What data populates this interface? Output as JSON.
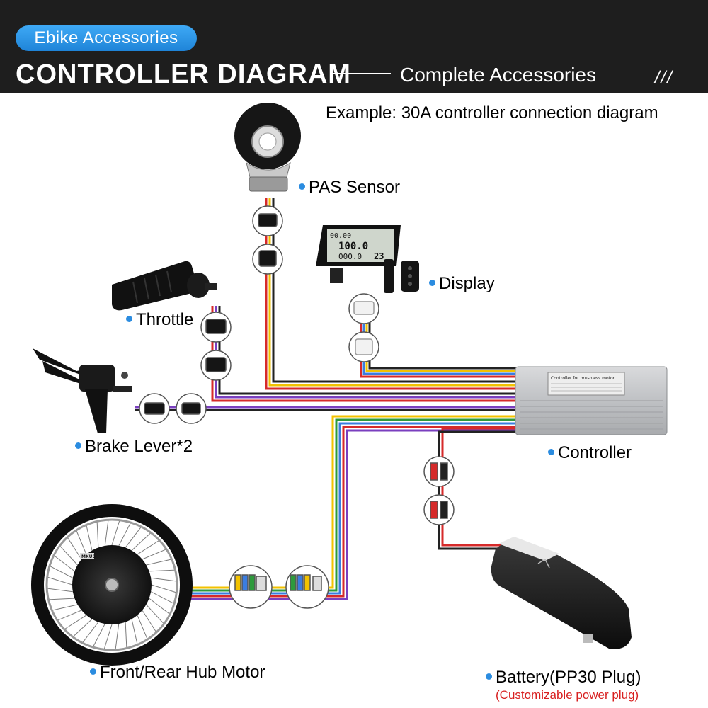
{
  "header": {
    "badge": "Ebike Accessories",
    "title": "CONTROLLER  DIAGRAM",
    "subtitle": "Complete Accessories",
    "slashes": "///"
  },
  "example_caption": "Example: 30A controller connection diagram",
  "components": {
    "pas_sensor": "PAS Sensor",
    "display": "Display",
    "throttle": "Throttle",
    "brake_lever": "Brake Lever*2",
    "controller": "Controller",
    "hub_motor": "Front/Rear Hub Motor",
    "battery": "Battery(PP30 Plug)"
  },
  "battery_note": "(Customizable power plug)",
  "controller_sticker": "Controller for brushless motor",
  "display_readout": {
    "top": "00.00",
    "speed": "100.0",
    "lower": "000.0",
    "right": "23"
  },
  "motor_brand": "MXUS",
  "colors": {
    "header_bg": "#1e1e1e",
    "badge": "#2e97ea",
    "label_dot": "#2b8ce0",
    "note": "#d81f1f"
  }
}
